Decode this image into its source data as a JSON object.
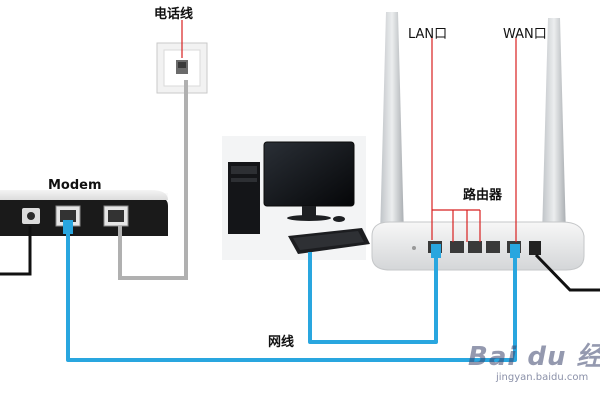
{
  "labels": {
    "phone_line": "电话线",
    "lan_port": "LAN口",
    "wan_port": "WAN口",
    "modem": "Modem",
    "router": "路由器",
    "network_cable": "网线"
  },
  "watermark": {
    "brand": "Bai du 经",
    "url": "jingyan.baidu.com"
  },
  "colors": {
    "network_cable": "#29a6df",
    "phone_cable": "#b0b0b0",
    "pointer_line": "#d82020",
    "power_cable": "#111111"
  }
}
